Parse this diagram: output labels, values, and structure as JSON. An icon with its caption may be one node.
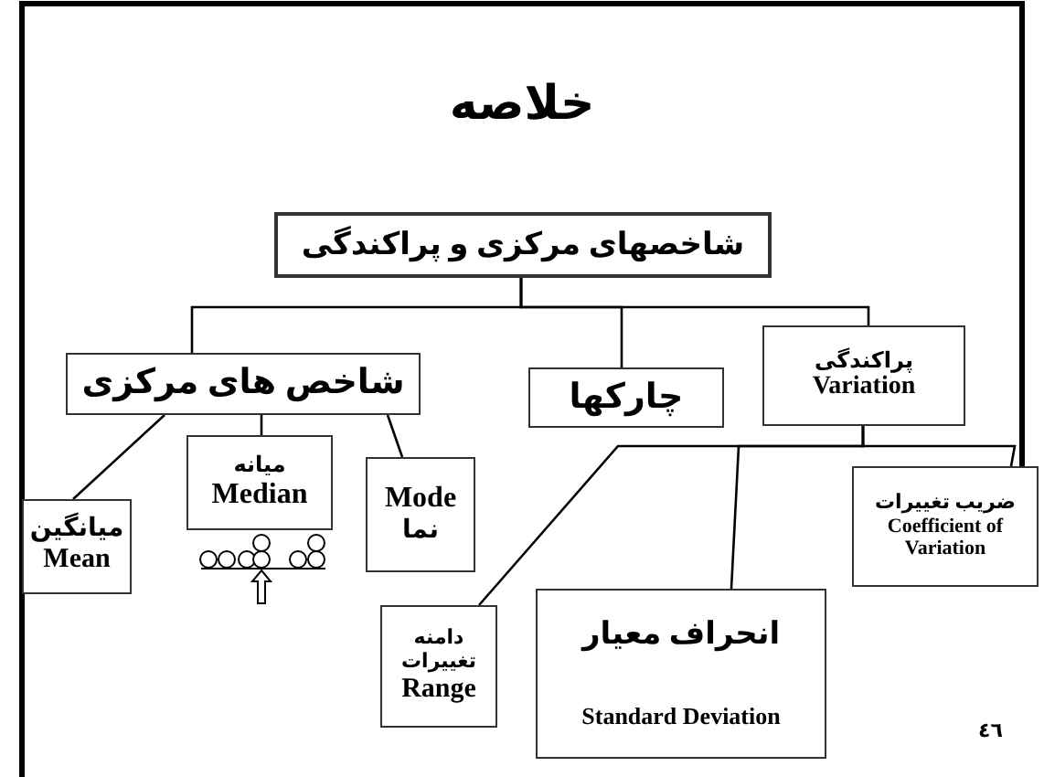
{
  "diagram": {
    "title": "خلاصه",
    "nodes": [
      {
        "text": [
          "شاخصهای مرکزی و پراکندگی"
        ]
      },
      {
        "text": [
          "شاخص های مرکزی"
        ]
      },
      {
        "text": [
          "چارکها"
        ]
      },
      {
        "text": [
          "پراکندگی",
          "Variation"
        ]
      },
      {
        "text": [
          "میانگین",
          "Mean"
        ]
      },
      {
        "text": [
          "میانه",
          "Median"
        ]
      },
      {
        "text": [
          "Mode",
          "نما"
        ]
      },
      {
        "text": [
          "دامنه تغییرات",
          "Range"
        ]
      },
      {
        "text": [
          "انحراف معیار",
          "Standard Deviation"
        ]
      },
      {
        "text": [
          "ضریب تغییرات",
          "Coefficient of Variation"
        ]
      }
    ],
    "edges": [
      {
        "from": 0,
        "to": 1,
        "arrow": "none"
      },
      {
        "from": 0,
        "to": 2,
        "arrow": "none"
      },
      {
        "from": 0,
        "to": 3,
        "arrow": "none"
      },
      {
        "from": 1,
        "to": 4,
        "arrow": "none"
      },
      {
        "from": 1,
        "to": 5,
        "arrow": "none"
      },
      {
        "from": 1,
        "to": 6,
        "arrow": "none"
      },
      {
        "from": 3,
        "to": 7,
        "arrow": "none"
      },
      {
        "from": 3,
        "to": 8,
        "arrow": "none"
      },
      {
        "from": 3,
        "to": 9,
        "arrow": "none"
      }
    ],
    "labels": [
      "٤٦"
    ]
  }
}
